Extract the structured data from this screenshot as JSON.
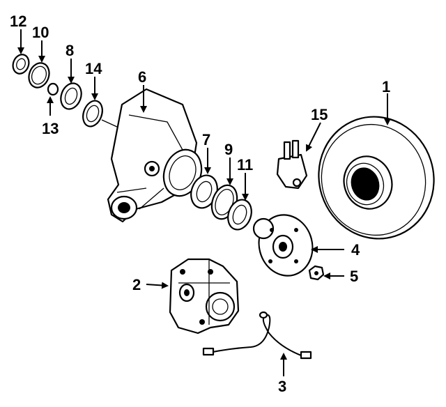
{
  "callouts": {
    "c1": "1",
    "c2": "2",
    "c3": "3",
    "c4": "4",
    "c5": "5",
    "c6": "6",
    "c7": "7",
    "c8": "8",
    "c9": "9",
    "c10": "10",
    "c11": "11",
    "c12": "12",
    "c13": "13",
    "c14": "14",
    "c15": "15"
  },
  "colors": {
    "line": "#000000",
    "background": "#ffffff"
  }
}
